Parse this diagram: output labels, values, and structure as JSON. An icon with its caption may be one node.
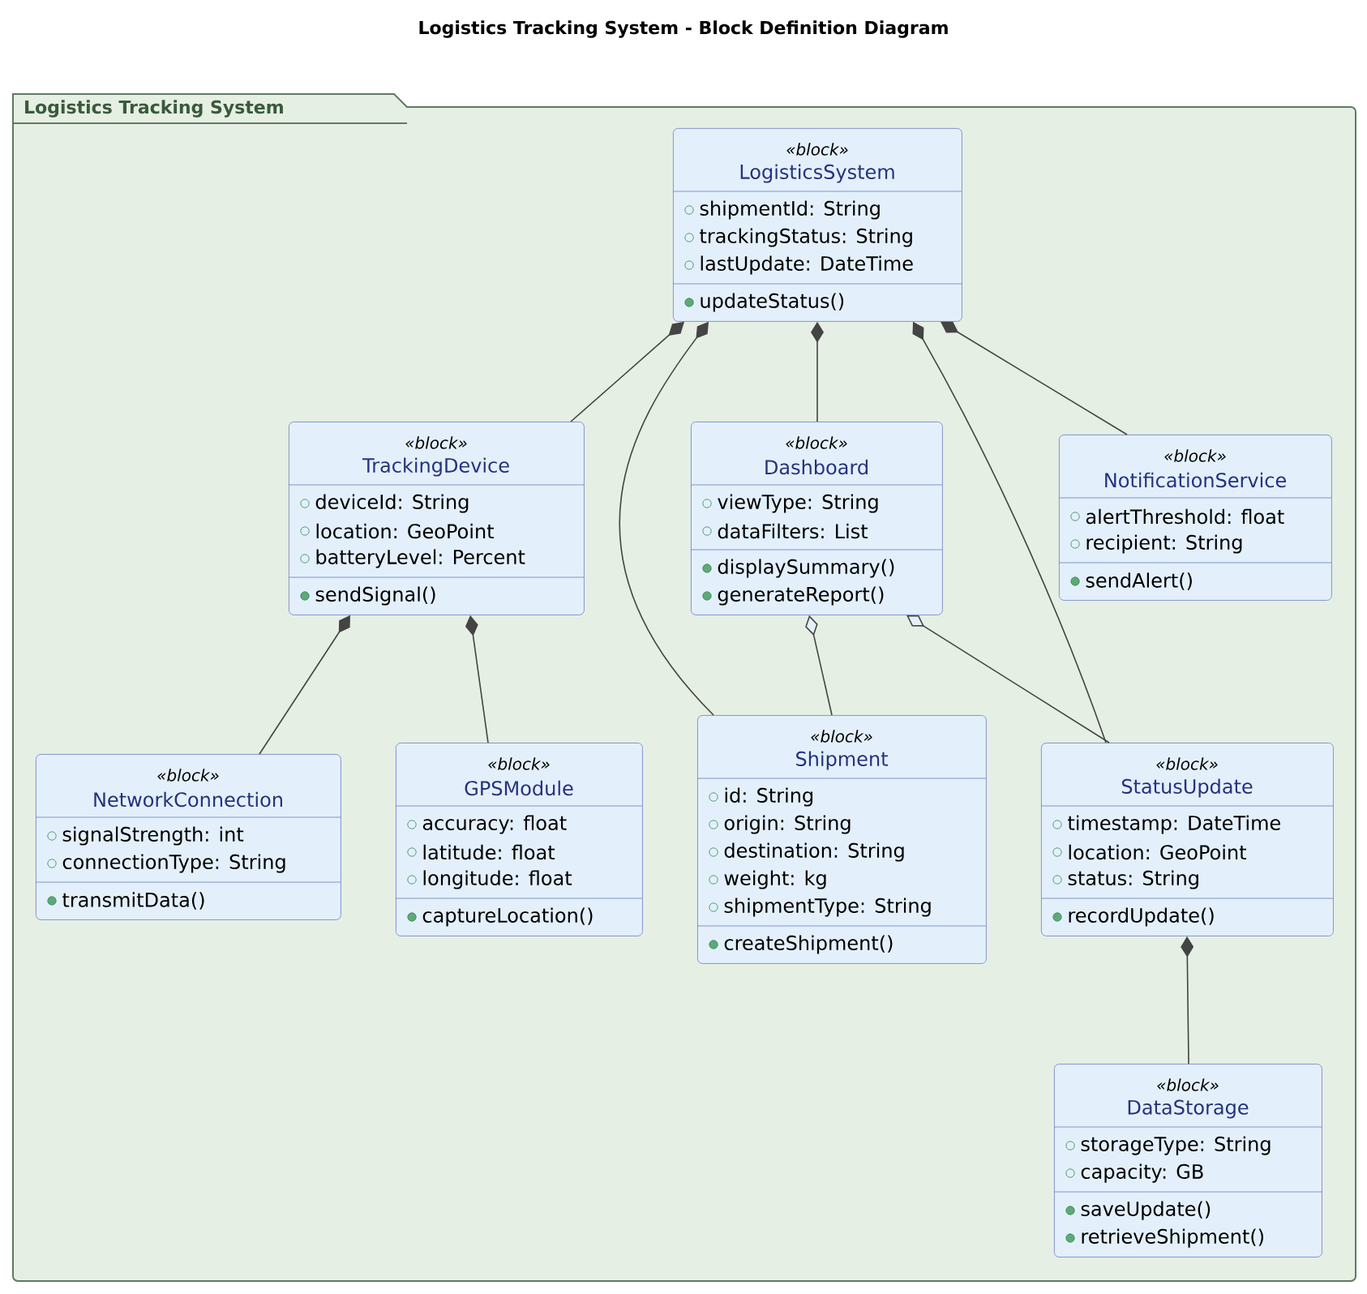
{
  "diagram": {
    "title": "Logistics Tracking System - Block Definition Diagram",
    "nodes": [
      {
        "text": [
          "Logistics Tracking System"
        ]
      },
      {
        "text": [
          "«block»",
          "LogisticsSystem",
          "shipmentId: String",
          "trackingStatus: String",
          "lastUpdate: DateTime",
          "updateStatus()"
        ],
        "in": 0
      },
      {
        "text": [
          "«block»",
          "TrackingDevice",
          "deviceId: String",
          "location: GeoPoint",
          "batteryLevel: Percent",
          "sendSignal()"
        ],
        "in": 0
      },
      {
        "text": [
          "«block»",
          "Dashboard",
          "viewType: String",
          "dataFilters: List",
          "displaySummary()",
          "generateReport()"
        ],
        "in": 0
      },
      {
        "text": [
          "«block»",
          "NotificationService",
          "alertThreshold: float",
          "recipient: String",
          "sendAlert()"
        ],
        "in": 0
      },
      {
        "text": [
          "«block»",
          "NetworkConnection",
          "signalStrength: int",
          "connectionType: String",
          "transmitData()"
        ],
        "in": 0
      },
      {
        "text": [
          "«block»",
          "GPSModule",
          "accuracy: float",
          "latitude: float",
          "longitude: float",
          "captureLocation()"
        ],
        "in": 0
      },
      {
        "text": [
          "«block»",
          "Shipment",
          "id: String",
          "origin: String",
          "destination: String",
          "weight: kg",
          "shipmentType: String",
          "createShipment()"
        ],
        "in": 0
      },
      {
        "text": [
          "«block»",
          "StatusUpdate",
          "timestamp: DateTime",
          "location: GeoPoint",
          "status: String",
          "recordUpdate()"
        ],
        "in": 0
      },
      {
        "text": [
          "«block»",
          "DataStorage",
          "storageType: String",
          "capacity: GB",
          "saveUpdate()",
          "retrieveShipment()"
        ],
        "in": 0
      }
    ],
    "edges": [
      {
        "from": 1,
        "to": 2,
        "arrow": "other"
      },
      {
        "from": 1,
        "to": 7,
        "arrow": "other"
      },
      {
        "from": 1,
        "to": 3,
        "arrow": "other"
      },
      {
        "from": 1,
        "to": 8,
        "arrow": "other"
      },
      {
        "from": 1,
        "to": 4,
        "arrow": "other"
      },
      {
        "from": 2,
        "to": 5,
        "arrow": "other"
      },
      {
        "from": 2,
        "to": 6,
        "arrow": "other"
      },
      {
        "from": 3,
        "to": 7,
        "arrow": "other"
      },
      {
        "from": 3,
        "to": 8,
        "arrow": "other"
      },
      {
        "from": 8,
        "to": 9,
        "arrow": "other"
      }
    ]
  }
}
